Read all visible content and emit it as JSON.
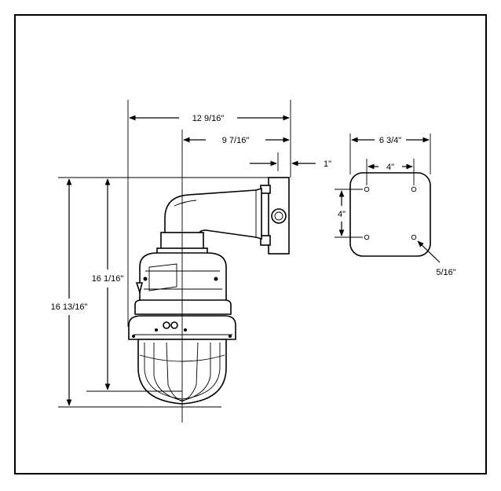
{
  "labels": {
    "overall_width": "12 9/16\"",
    "arm_reach": "9 7/16\"",
    "mount_depth": "1\"",
    "height_to_dome": "16 1/16\"",
    "overall_height": "16 13/16\"",
    "plate_width": "6 3/4\"",
    "hole_spacing_h": "4\"",
    "hole_spacing_v": "4\"",
    "hole_size": "5/16\""
  },
  "colors": {
    "line": "#000000",
    "background": "#ffffff"
  }
}
